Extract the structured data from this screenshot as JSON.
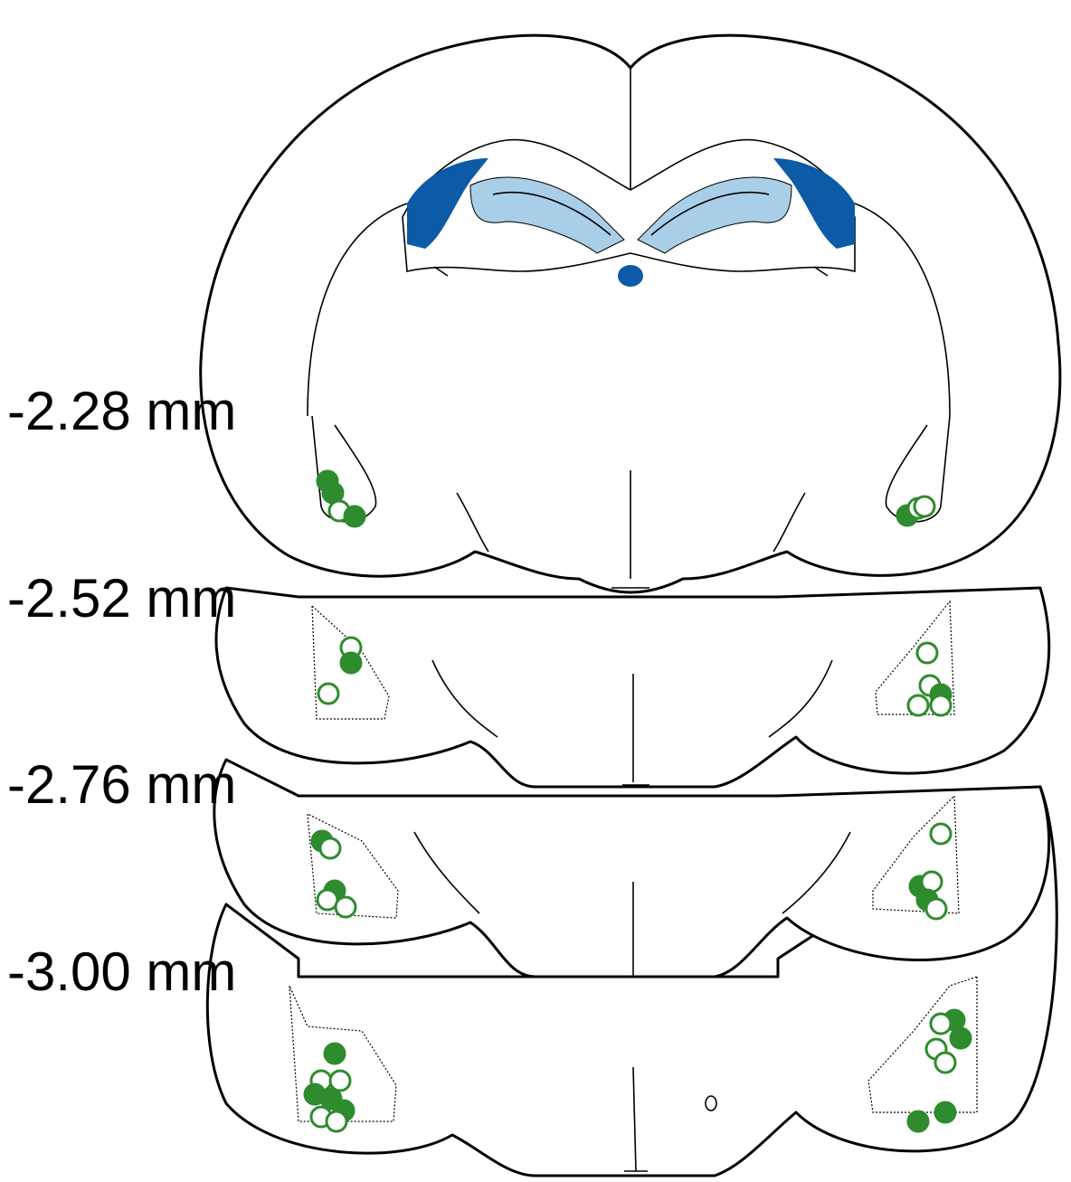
{
  "sections": [
    {
      "label": "-2.28 mm"
    },
    {
      "label": "-2.52 mm"
    },
    {
      "label": "-2.76 mm"
    },
    {
      "label": "-3.00 mm"
    }
  ],
  "colors": {
    "outline": "#000000",
    "marker": "#2e8b2e",
    "ventricle_dark": "#0d5aa7",
    "ventricle_light": "#a9cfe8",
    "background": "#ffffff"
  }
}
